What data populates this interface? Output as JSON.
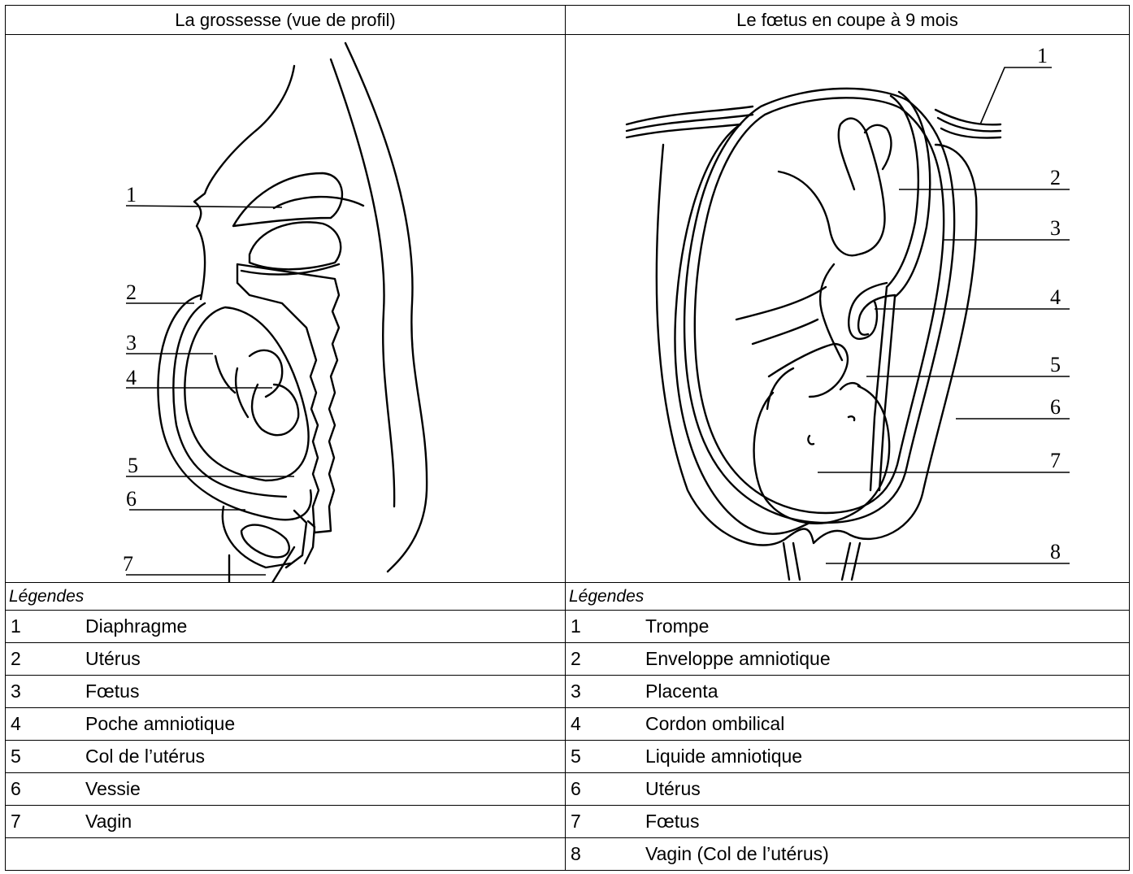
{
  "left": {
    "title": "La grossesse (vue de profil)",
    "legend_title": "Légendes",
    "callouts": [
      "1",
      "2",
      "3",
      "4",
      "5",
      "6",
      "7"
    ],
    "legend": [
      {
        "num": "1",
        "label": "Diaphragme"
      },
      {
        "num": "2",
        "label": "Utérus"
      },
      {
        "num": "3",
        "label": "Fœtus"
      },
      {
        "num": "4",
        "label": "Poche amniotique"
      },
      {
        "num": "5",
        "label": "Col de l’utérus"
      },
      {
        "num": "6",
        "label": "Vessie"
      },
      {
        "num": "7",
        "label": "Vagin"
      }
    ]
  },
  "right": {
    "title": "Le fœtus en coupe à 9 mois",
    "legend_title": "Légendes",
    "callouts": [
      "1",
      "2",
      "3",
      "4",
      "5",
      "6",
      "7",
      "8"
    ],
    "legend": [
      {
        "num": "1",
        "label": "Trompe"
      },
      {
        "num": "2",
        "label": "Enveloppe amniotique"
      },
      {
        "num": "3",
        "label": "Placenta"
      },
      {
        "num": "4",
        "label": "Cordon ombilical"
      },
      {
        "num": "5",
        "label": "Liquide amniotique"
      },
      {
        "num": "6",
        "label": "Utérus"
      },
      {
        "num": "7",
        "label": "Fœtus"
      },
      {
        "num": "8",
        "label": "Vagin (Col de l’utérus)"
      }
    ]
  }
}
